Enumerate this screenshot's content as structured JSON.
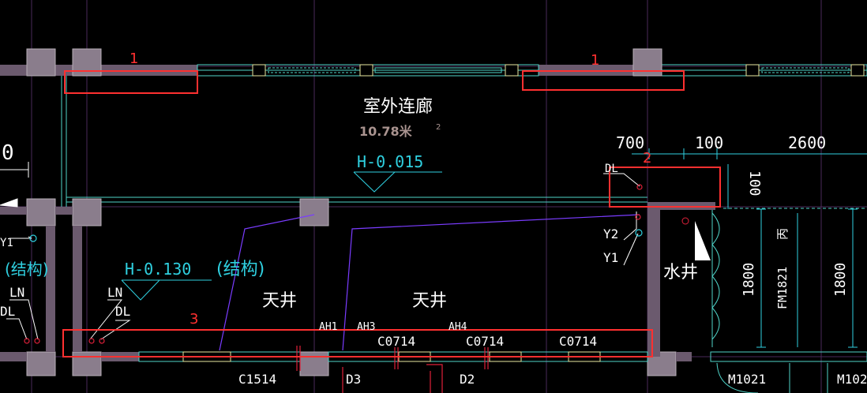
{
  "colors": {
    "background": "#000000",
    "wall": "#6b5a6e",
    "column": "#8a7d8c",
    "gridline": "#4a2a5a",
    "window": "#4fd3c8",
    "dim_line": "#2fd0e0",
    "text": "#ffffff",
    "area_text": "#a9938f",
    "annotation": "#ff3030",
    "pipe": "#7a3cff",
    "door": "#e0203a"
  },
  "room": {
    "name": "室外连廊",
    "area": "10.78米",
    "area_superscript": "2"
  },
  "elevations": {
    "corridor": "H-0.015",
    "left": "H-0.130"
  },
  "labels": {
    "structure_1": "(结构)",
    "structure_2": "(结构)",
    "well_1": "天井",
    "well_2": "天井",
    "water_well": "水井",
    "num_left": "0"
  },
  "pipes": {
    "dl_top": "DL",
    "y1_left": "Y1",
    "ln_far_left": "LN",
    "dl_far_left": "DL",
    "ln_left": "LN",
    "dl_left": "DL",
    "y2_right": "Y2",
    "y1_right": "Y1"
  },
  "dimensions": {
    "d700": "700",
    "d100_h": "100",
    "d2600": "2600",
    "d100_v": "100",
    "d1800_a": "1800",
    "d1800_b": "1800",
    "fm1821": "FM1821",
    "bing": "丙"
  },
  "windows": {
    "ah1": "AH1",
    "ah3": "AH3",
    "ah4": "AH4",
    "c0714_a": "C0714",
    "c0714_b": "C0714",
    "c0714_c": "C0714",
    "c1514": "C1514",
    "d3": "D3",
    "d2": "D2",
    "m1021": "M1021",
    "m102": "M102"
  },
  "annotations": {
    "a1_left": "1",
    "a1_right": "1",
    "a2": "2",
    "a3": "3"
  }
}
